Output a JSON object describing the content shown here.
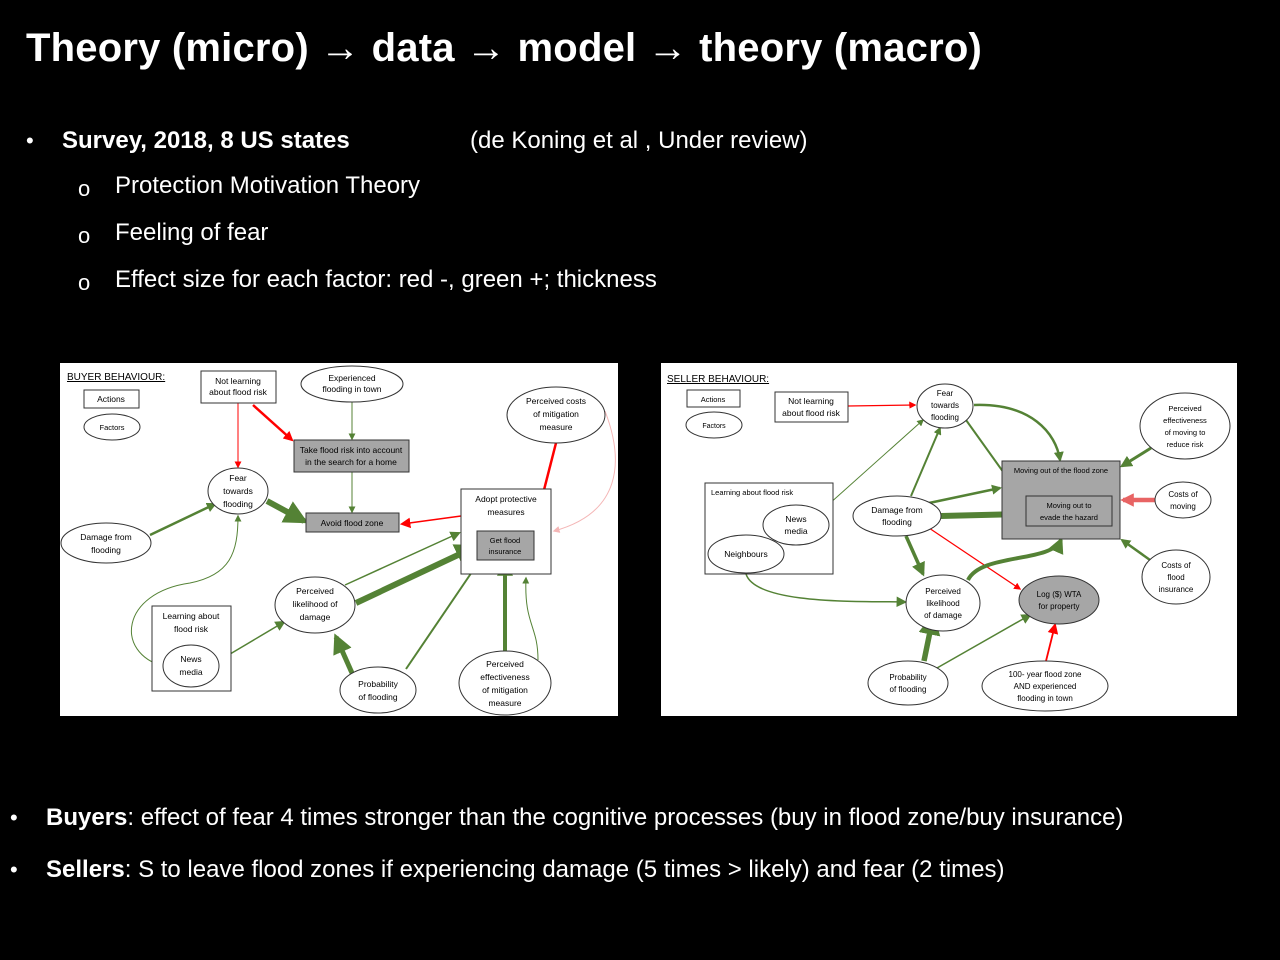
{
  "slide": {
    "title": "Theory (micro) → data → model → theory (macro)",
    "bullets": {
      "main": "Survey, 2018, 8 US states",
      "citation": "(de Koning et al , Under review)",
      "sub": [
        "Protection Motivation Theory",
        "Feeling of fear",
        "Effect size for each factor: red -, green +; thickness"
      ]
    },
    "findings": [
      {
        "bold": "Buyers",
        "text": ": effect of fear 4 times stronger than the cognitive processes  (buy in flood zone/buy insurance)"
      },
      {
        "bold": "Sellers",
        "text": ": S to leave flood zones if experiencing damage (5 times > likely) and fear (2 times)"
      }
    ]
  },
  "colors": {
    "positive": "#548235",
    "negative": "#ff0000",
    "weak_negative": "#f4b6b6",
    "action_fill": "#a6a6a6"
  },
  "buyer": {
    "title": "BUYER BEHAVIOUR:",
    "legend_actions": "Actions",
    "legend_factors": "Factors",
    "not_learning": [
      "Not learning",
      "about flood risk"
    ],
    "experienced": [
      "Experienced",
      "flooding in town"
    ],
    "take_risk": [
      "Take flood risk into account",
      "in the search for a home"
    ],
    "fear": [
      "Fear",
      "towards",
      "flooding"
    ],
    "avoid": "Avoid flood zone",
    "costs": [
      "Perceived costs",
      "of mitigation",
      "measure"
    ],
    "adopt": [
      "Adopt protective",
      "measures"
    ],
    "insurance": [
      "Get flood",
      "insurance"
    ],
    "damage": [
      "Damage from",
      "flooding"
    ],
    "learning": [
      "Learning about",
      "flood risk"
    ],
    "news": [
      "News",
      "media"
    ],
    "likelihood": [
      "Perceived",
      "likelihood of",
      "damage"
    ],
    "probability": [
      "Probability",
      "of flooding"
    ],
    "effectiveness": [
      "Perceived",
      "effectiveness",
      "of mitigation",
      "measure"
    ]
  },
  "seller": {
    "title": "SELLER BEHAVIOUR:",
    "legend_actions": "Actions",
    "legend_factors": "Factors",
    "not_learning": [
      "Not learning",
      "about flood risk"
    ],
    "fear": [
      "Fear",
      "towards",
      "flooding"
    ],
    "effectiveness": [
      "Perceived",
      "effectiveness",
      "of moving to",
      "reduce risk"
    ],
    "moving_zone": "Moving out of the flood zone",
    "moving_out": [
      "Moving out to",
      "evade the hazard"
    ],
    "learning": "Learning about flood risk",
    "news": [
      "News",
      "media"
    ],
    "neighbours": "Neighbours",
    "damage": [
      "Damage from",
      "flooding"
    ],
    "costs_moving": [
      "Costs of",
      "moving"
    ],
    "costs_insurance": [
      "Costs of",
      "flood",
      "insurance"
    ],
    "likelihood": [
      "Perceived",
      "likelihood",
      "of damage"
    ],
    "wta": [
      "Log ($) WTA",
      "for property"
    ],
    "probability": [
      "Probability",
      "of flooding"
    ],
    "hundred_year": [
      "100- year flood zone",
      "AND experienced",
      "flooding in town"
    ]
  }
}
